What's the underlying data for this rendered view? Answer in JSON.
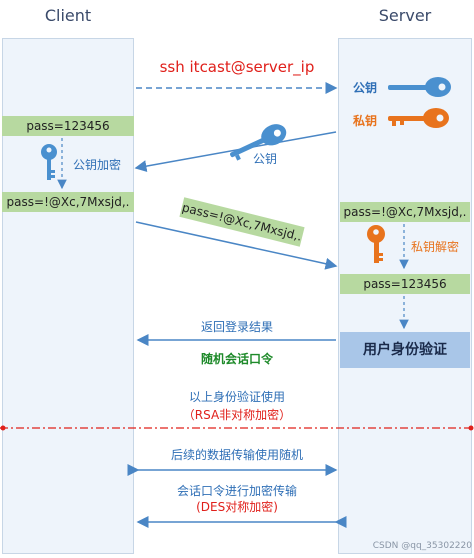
{
  "headers": {
    "client": "Client",
    "server": "Server"
  },
  "messages": {
    "ssh_cmd": "ssh itcast@server_ip",
    "public_key_label": "公钥",
    "private_key_label": "私钥",
    "public_key_send": "公钥",
    "client_pubkey_encrypt": "公钥加密",
    "server_privkey_decrypt": "私钥解密",
    "return_login_result": "返回登录结果",
    "random_session_token": "随机会话口令",
    "auth_note_line1": "以上身份验证使用",
    "auth_note_line2": "（RSA非对称加密）",
    "later_line1": "后续的数据传输使用随机",
    "later_line2": "会话口令进行加密传输",
    "later_line3": "(DES对称加密)"
  },
  "boxes": {
    "client_plain": "pass=123456",
    "client_cipher": "pass=!@Xc,7Mxsjd,.",
    "transit_cipher": "pass=!@Xc,7Mxsjd,.",
    "server_cipher": "pass=!@Xc,7Mxsjd,.",
    "server_plain": "pass=123456",
    "server_verify": "用户身份验证"
  },
  "watermark": "CSDN @qq_35302220",
  "colors": {
    "lane_bg": "#eef4fb",
    "green_box": "#b7d9a0",
    "verify_box": "#a9c6e8",
    "arrow_blue": "#4a86c5",
    "divider_red": "#e0201b",
    "key_blue": "#4a90cf",
    "key_orange": "#e8731d"
  },
  "icons": [
    "key-blue-icon",
    "key-orange-icon"
  ]
}
